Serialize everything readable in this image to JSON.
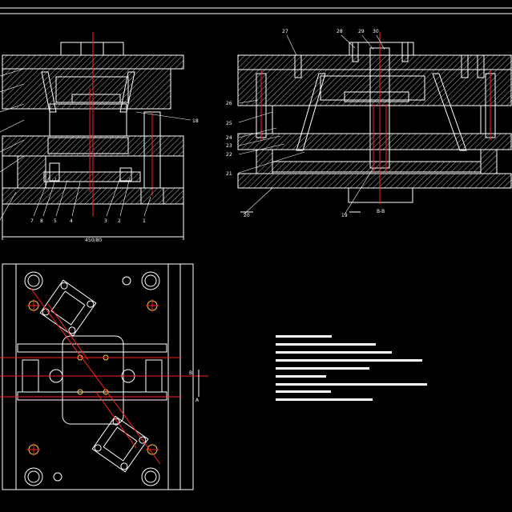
{
  "drawing": {
    "front_view": {
      "part_labels": [
        "7",
        "8",
        "5",
        "4",
        "3",
        "2",
        "1",
        "18"
      ],
      "overall_dimension": "450/80"
    },
    "side_view": {
      "part_labels": [
        "27",
        "28",
        "29",
        "30",
        "26",
        "25",
        "24",
        "23",
        "22",
        "21",
        "20",
        "19"
      ],
      "section_label": "B-B"
    },
    "plan_view": {
      "section_marks": [
        "B",
        "A"
      ]
    },
    "technical_requirements": {
      "line_count": 9
    }
  },
  "colors": {
    "background": "#000000",
    "outline": "#ffffff",
    "centerline": "#ff2020",
    "marker": "#ffcc33"
  }
}
